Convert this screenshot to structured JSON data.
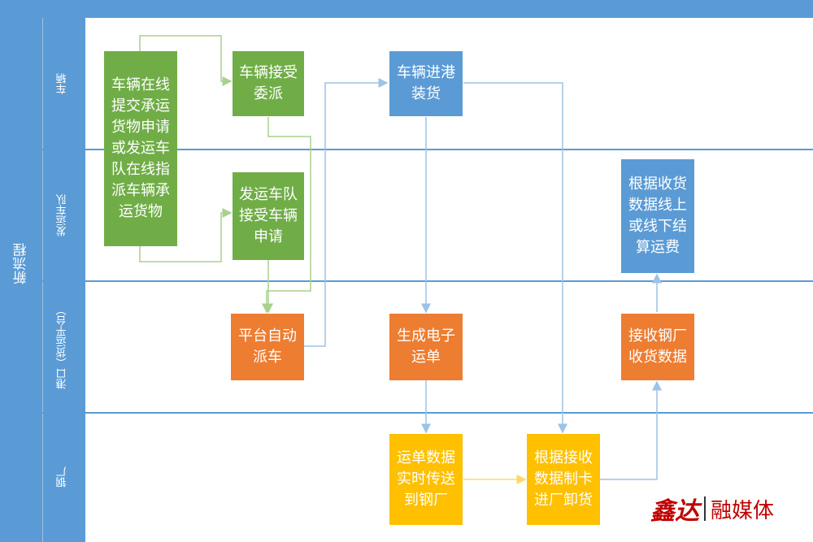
{
  "process_title": "新流程",
  "lanes": [
    {
      "label": "车辆"
    },
    {
      "label": "发运车队"
    },
    {
      "label": "港口（货运平台）"
    },
    {
      "label": "钢厂"
    }
  ],
  "boxes": {
    "submit_request": "车辆在线提交承运货物申请或发运车队在线指派车辆承运货物",
    "vehicle_accept": "车辆接受委派",
    "fleet_accept": "发运车队接受车辆申请",
    "platform_dispatch": "平台自动派车",
    "enter_port": "车辆进港装货",
    "e_waybill": "生成电子运单",
    "realtime_send": "运单数据实时传送到钢厂",
    "make_card": "根据接收数据制卡进厂卸货",
    "receive_data": "接收钢厂收货数据",
    "settle_freight": "根据收货数据线上或线下结算运费"
  },
  "colors": {
    "lane_header": "#5b9bd5",
    "green": "#70ad47",
    "blue": "#5b9bd5",
    "orange": "#ed7d31",
    "yellow": "#ffc000"
  },
  "watermark": {
    "brand": "鑫达",
    "suffix": "融媒体"
  }
}
